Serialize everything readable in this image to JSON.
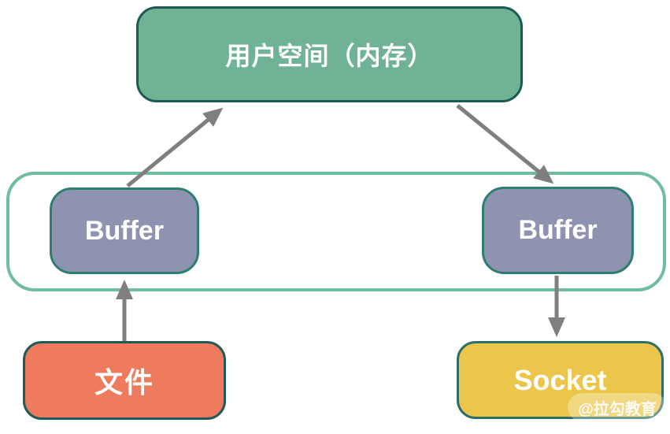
{
  "diagram_title": "user-space-buffer-io-flow",
  "nodes": {
    "user_space": {
      "label": "用户空间（内存）",
      "fill": "#6FB394",
      "border": "#1E5A55"
    },
    "buffer_left": {
      "label": "Buffer",
      "fill": "#8E93B0",
      "border": "#2E7F70"
    },
    "buffer_right": {
      "label": "Buffer",
      "fill": "#8E93B0",
      "border": "#2E7F70"
    },
    "file": {
      "label": "文件",
      "fill": "#EE7B5E",
      "border": "#1F5A58"
    },
    "socket": {
      "label": "Socket",
      "fill": "#ECC64B",
      "border": "#2D6E66"
    }
  },
  "kernel_container": {
    "border": "#6FBD9C"
  },
  "arrows": {
    "color": "#7F7F7F",
    "connections": [
      {
        "id": "buffer-left-to-user-space",
        "from": "buffer_left",
        "to": "user_space"
      },
      {
        "id": "user-space-to-buffer-right",
        "from": "user_space",
        "to": "buffer_right"
      },
      {
        "id": "file-to-buffer-left",
        "from": "file",
        "to": "buffer_left"
      },
      {
        "id": "buffer-right-to-socket",
        "from": "buffer_right",
        "to": "socket"
      }
    ]
  },
  "watermark": {
    "label": "@拉勾教育"
  }
}
